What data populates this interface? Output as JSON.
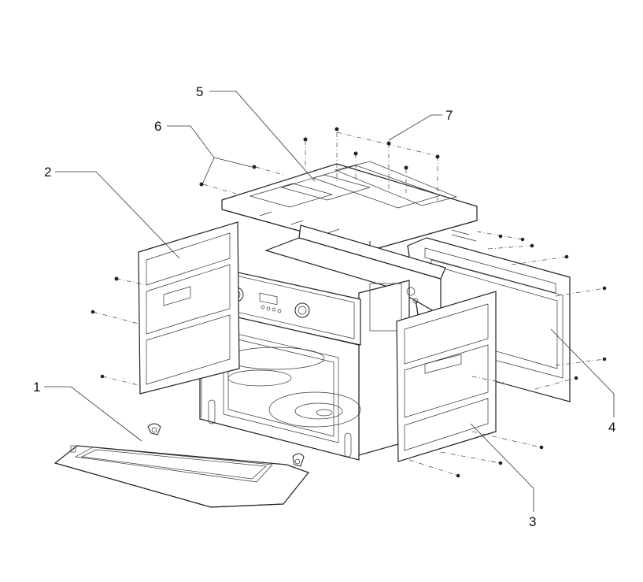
{
  "diagram": {
    "callouts": [
      {
        "id": "1",
        "text": "1"
      },
      {
        "id": "2",
        "text": "2"
      },
      {
        "id": "3",
        "text": "3"
      },
      {
        "id": "4",
        "text": "4"
      },
      {
        "id": "5",
        "text": "5"
      },
      {
        "id": "6",
        "text": "6"
      },
      {
        "id": "7",
        "text": "7"
      }
    ],
    "parts": [
      {
        "callout": "1",
        "name": "door-panel"
      },
      {
        "callout": "2",
        "name": "left-side-panel"
      },
      {
        "callout": "3",
        "name": "right-side-panel"
      },
      {
        "callout": "4",
        "name": "rear-panel"
      },
      {
        "callout": "5",
        "name": "top-cover"
      },
      {
        "callout": "6",
        "name": "side-screws"
      },
      {
        "callout": "7",
        "name": "top-screws"
      }
    ]
  }
}
